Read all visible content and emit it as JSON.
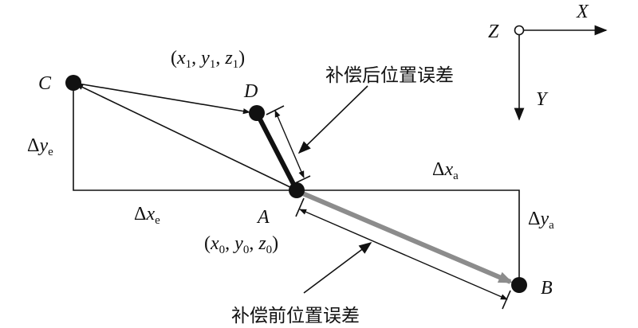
{
  "axes": {
    "origin_label": "Z",
    "x_label": "X",
    "y_label": "Y"
  },
  "points": {
    "A": {
      "label": "A",
      "coord_open": "(",
      "x": "x",
      "x_sub": "0",
      "y": "y",
      "y_sub": "0",
      "z": "z",
      "z_sub": "0",
      "coord_close": ")"
    },
    "B": {
      "label": "B"
    },
    "C": {
      "label": "C"
    },
    "D": {
      "label": "D",
      "coord_open": "(",
      "x": "x",
      "x_sub": "1",
      "y": "y",
      "y_sub": "1",
      "z": "z",
      "z_sub": "1",
      "coord_close": ")"
    }
  },
  "deltas": {
    "dx_a": {
      "delta": "Δ",
      "var": "x",
      "sub": "a"
    },
    "dy_a": {
      "delta": "Δ",
      "var": "y",
      "sub": "a"
    },
    "dx_e": {
      "delta": "Δ",
      "var": "x",
      "sub": "e"
    },
    "dy_e": {
      "delta": "Δ",
      "var": "y",
      "sub": "e"
    }
  },
  "annotations": {
    "after_compensation": "补偿后位置误差",
    "before_compensation": "补偿前位置误差"
  },
  "colors": {
    "line": "#111111",
    "before_error_line": "#8c8c8c"
  }
}
